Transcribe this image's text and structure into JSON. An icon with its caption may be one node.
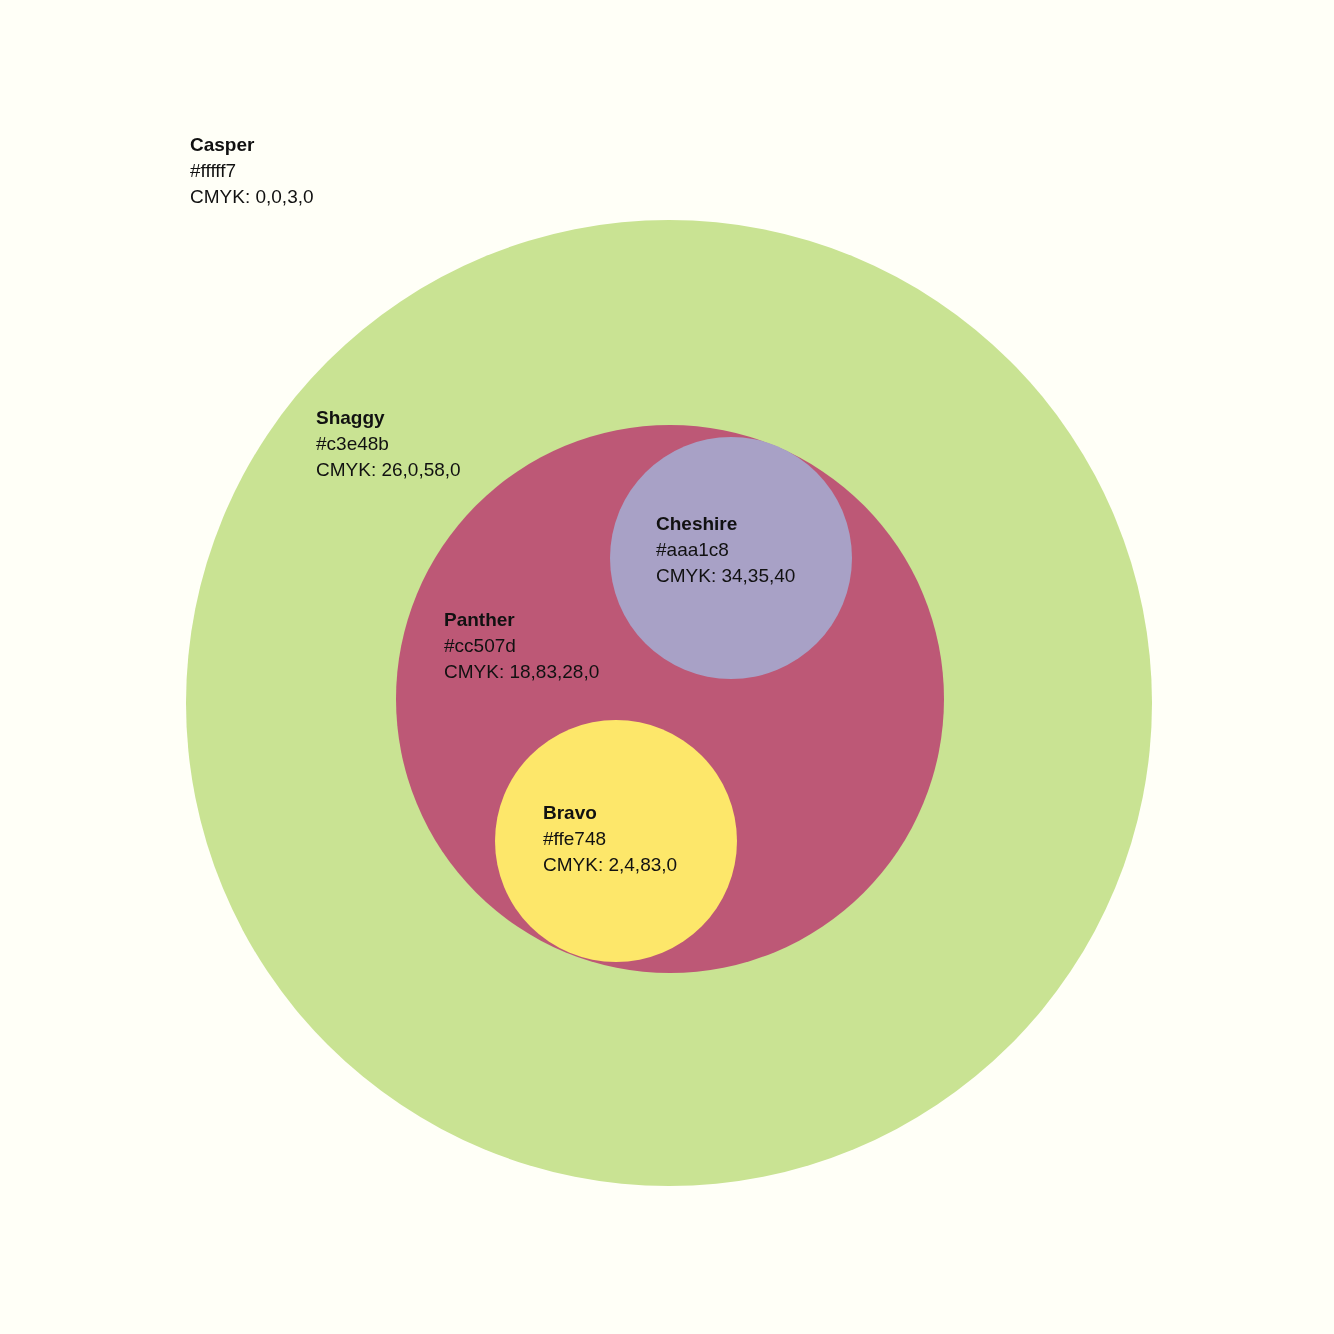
{
  "diagram": {
    "nodes": [
      {
        "text": [
          "Casper",
          "#fffff7",
          "CMYK: 0,0,3,0"
        ]
      },
      {
        "text": [
          "Shaggy",
          "#c3e48b",
          "CMYK: 26,0,58,0"
        ],
        "in": 0
      },
      {
        "text": [
          "Panther",
          "#cc507d",
          "CMYK: 18,83,28,0"
        ],
        "in": 1
      },
      {
        "text": [
          "Cheshire",
          "#aaa1c8",
          "CMYK: 34,35,40"
        ],
        "in": 2
      },
      {
        "text": [
          "Bravo",
          "#ffe748",
          "CMYK: 2,4,83,0"
        ],
        "in": 2
      }
    ]
  }
}
